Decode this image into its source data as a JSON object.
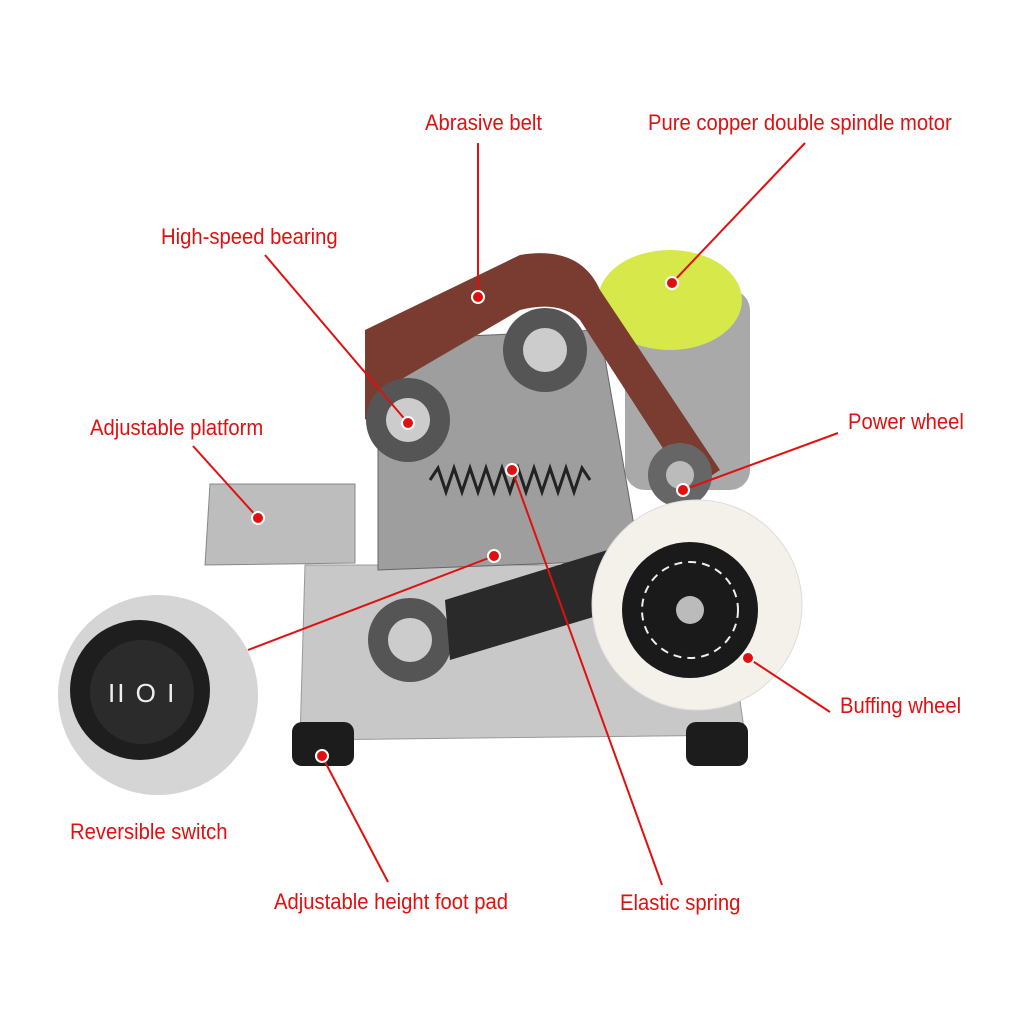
{
  "labels": {
    "abrasive_belt": "Abrasive belt",
    "motor": "Pure copper double spindle motor",
    "bearing": "High-speed bearing",
    "platform": "Adjustable platform",
    "power_wheel": "Power wheel",
    "switch": "Reversible switch",
    "buffing_wheel": "Buffing wheel",
    "foot_pad": "Adjustable height foot pad",
    "spring": "Elastic spring"
  },
  "switch_symbol": "II O I",
  "colors": {
    "accent": "#e01010",
    "motor": "#d7e84a",
    "belt": "#7a3b30",
    "steel": "#c9c9c9"
  }
}
